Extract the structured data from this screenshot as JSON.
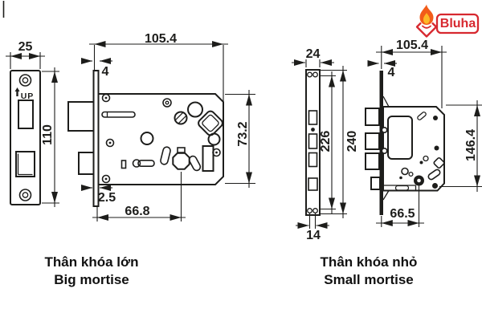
{
  "logo": {
    "brand": "Bluha"
  },
  "colors": {
    "line": "#1d1d1b",
    "brand_red": "#d7282f",
    "flame_orange": "#f25c19",
    "flame_yellow": "#fdb827"
  },
  "big_mortise": {
    "caption_vi": "Thân khóa lớn",
    "caption_en": "Big mortise",
    "strike_plate": {
      "width": "25",
      "height": "110",
      "up_label": "UP"
    },
    "dims": {
      "body_width": "105.4",
      "faceplate_offset": "4",
      "body_height": "73.2",
      "backset": "66.8",
      "faceplate_thickness": "2.5"
    }
  },
  "small_mortise": {
    "caption_vi": "Thân khóa nhỏ",
    "caption_en": "Small mortise",
    "dims": {
      "faceplate_width": "24",
      "screw_hole_span": "226",
      "faceplate_height": "240",
      "screw_hole_spacing": "14",
      "body_width": "105.4",
      "faceplate_offset": "4",
      "body_height": "146.4",
      "backset": "66.5"
    }
  }
}
